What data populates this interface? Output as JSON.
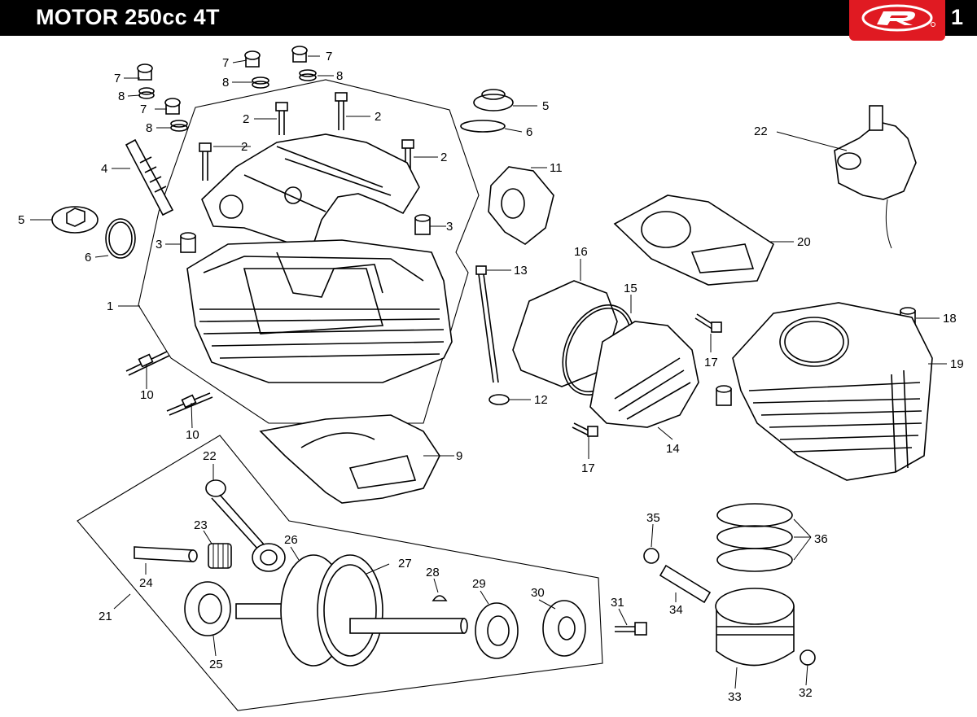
{
  "header": {
    "title": "MOTOR 250cc 4T",
    "page_number": "1",
    "logo_icon": "rieju-r-logo-icon",
    "brand_color": "#e01a22"
  },
  "callouts": [
    {
      "id": "c7a",
      "text": "7"
    },
    {
      "id": "c8a",
      "text": "8"
    },
    {
      "id": "c7b",
      "text": "7"
    },
    {
      "id": "c8b",
      "text": "8"
    },
    {
      "id": "c7c",
      "text": "7"
    },
    {
      "id": "c8c",
      "text": "8"
    },
    {
      "id": "c7d",
      "text": "7"
    },
    {
      "id": "c8d",
      "text": "8"
    },
    {
      "id": "c2a",
      "text": "2"
    },
    {
      "id": "c2b",
      "text": "2"
    },
    {
      "id": "c2c",
      "text": "2"
    },
    {
      "id": "c2d",
      "text": "2"
    },
    {
      "id": "c4",
      "text": "4"
    },
    {
      "id": "c5a",
      "text": "5"
    },
    {
      "id": "c6a",
      "text": "6"
    },
    {
      "id": "c3a",
      "text": "3"
    },
    {
      "id": "c3b",
      "text": "3"
    },
    {
      "id": "c1",
      "text": "1"
    },
    {
      "id": "c10a",
      "text": "10"
    },
    {
      "id": "c10b",
      "text": "10"
    },
    {
      "id": "c9",
      "text": "9"
    },
    {
      "id": "c5b",
      "text": "5"
    },
    {
      "id": "c6b",
      "text": "6"
    },
    {
      "id": "c11",
      "text": "11"
    },
    {
      "id": "c13",
      "text": "13"
    },
    {
      "id": "c12",
      "text": "12"
    },
    {
      "id": "c16",
      "text": "16"
    },
    {
      "id": "c15",
      "text": "15"
    },
    {
      "id": "c14",
      "text": "14"
    },
    {
      "id": "c17a",
      "text": "17"
    },
    {
      "id": "c17b",
      "text": "17"
    },
    {
      "id": "c20",
      "text": "20"
    },
    {
      "id": "c22a",
      "text": "22"
    },
    {
      "id": "c18",
      "text": "18"
    },
    {
      "id": "c19",
      "text": "19"
    },
    {
      "id": "c22b",
      "text": "22"
    },
    {
      "id": "c23",
      "text": "23"
    },
    {
      "id": "c26",
      "text": "26"
    },
    {
      "id": "c24",
      "text": "24"
    },
    {
      "id": "c21",
      "text": "21"
    },
    {
      "id": "c25",
      "text": "25"
    },
    {
      "id": "c27",
      "text": "27"
    },
    {
      "id": "c28",
      "text": "28"
    },
    {
      "id": "c29",
      "text": "29"
    },
    {
      "id": "c30",
      "text": "30"
    },
    {
      "id": "c31",
      "text": "31"
    },
    {
      "id": "c35",
      "text": "35"
    },
    {
      "id": "c34",
      "text": "34"
    },
    {
      "id": "c36",
      "text": "36"
    },
    {
      "id": "c33",
      "text": "33"
    },
    {
      "id": "c32",
      "text": "32"
    }
  ]
}
